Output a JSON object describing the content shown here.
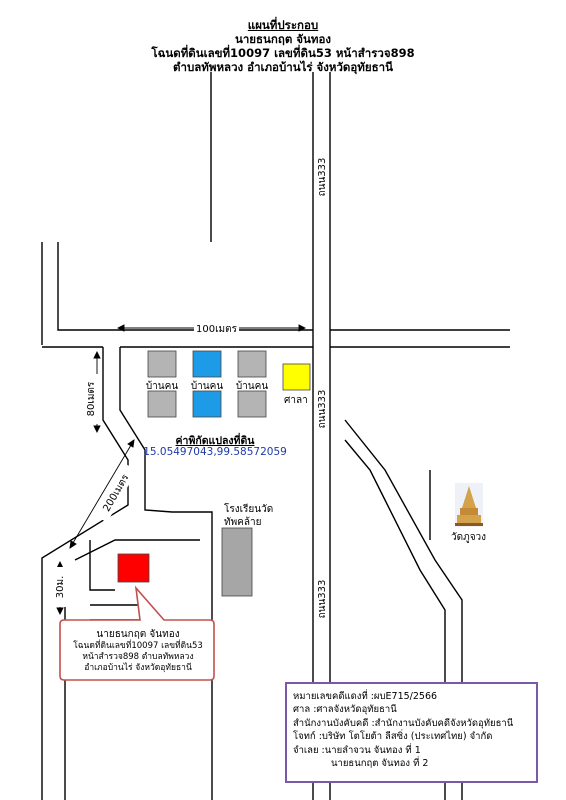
{
  "title": {
    "line1": "แผนที่ประกอบ",
    "line2": "นายธนกฤต จันทอง",
    "line3": "โฉนดที่ดินเลขที่10097 เลขที่ดิน53 หน้าสำรวจ898",
    "line4": "ตำบลทัพหลวง อำเภอบ้านไร่ จังหวัดอุทัยธานี"
  },
  "roads": {
    "top": "ถนน333",
    "middle": "ถนน333",
    "bottom": "ถนน333"
  },
  "distances": {
    "horizontal": "100เมตร",
    "vertical": "80เมตร",
    "diagonal": "200เมตร",
    "short": "30ม."
  },
  "labels": {
    "house1": "บ้านคน",
    "house2": "บ้านคน",
    "house3": "บ้านคน",
    "pavilion": "ศาลา",
    "school_line1": "โรงเรียนวัด",
    "school_line2": "ทัพคล้าย",
    "temple": "วัดภูจวง"
  },
  "coordinates": {
    "title": "ค่าพิกัดแปลงที่ดิน",
    "value": "15.05497043,99.58572059"
  },
  "callout": {
    "line1": "นายธนกฤต จันทอง",
    "line2": "โฉนดที่ดินเลขที่10097 เลขที่ดิน53",
    "line3": "หน้าสำรวจ898 ตำบลทัพหลวง",
    "line4": "อำเภอบ้านไร่ จังหวัดอุทัยธานี"
  },
  "info": {
    "line1": "หมายเลขคดีแดงที่ :ผบE715/2566",
    "line2": "ศาล :ศาลจังหวัดอุทัยธานี",
    "line3": "สำนักงานบังคับคดี :สำนักงานบังคับคดีจังหวัดอุทัยธานี",
    "line4": "โจทก์ :บริษัท โตโยต้า ลีสซิ่ง (ประเทศไทย) จำกัด",
    "line5": "จำเลย :นายลำจวน จันทอง ที่ 1",
    "line6": "นายธนกฤต จันทอง ที่ 2"
  },
  "colors": {
    "road": "#000000",
    "house_gray": "#b4b4b4",
    "house_blue": "#1e9be6",
    "pavilion": "#ffff00",
    "target_plot": "#ff0000",
    "school": "#a6a6a6",
    "callout_border": "#c0504d",
    "info_border": "#7a5aa6",
    "coord_text": "#1f3aa8",
    "temple_gold": "#d4a24a"
  }
}
